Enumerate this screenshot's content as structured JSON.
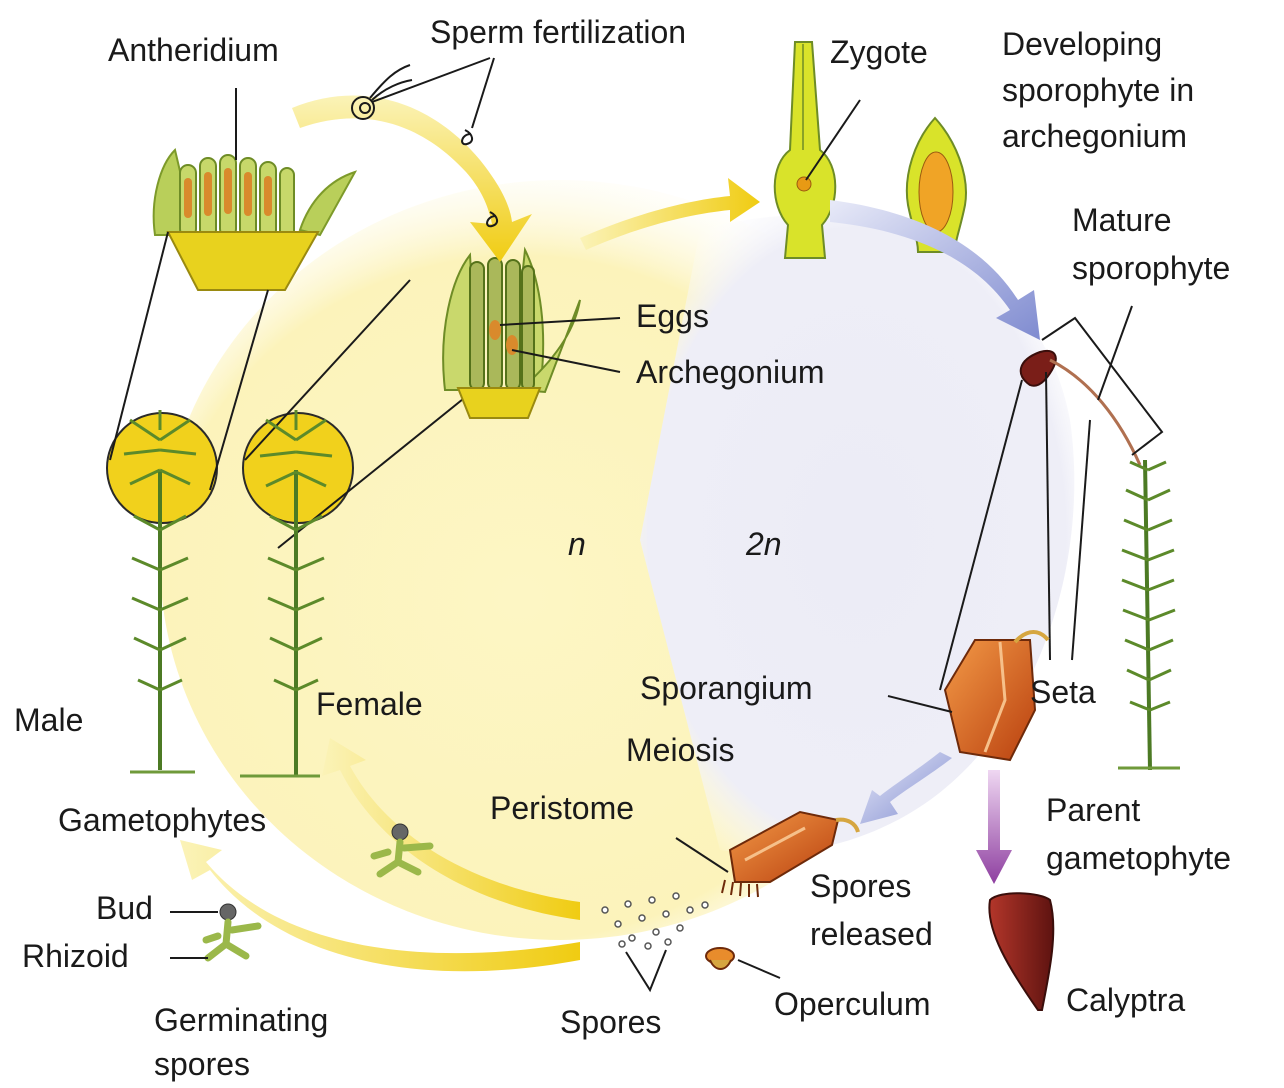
{
  "labels": {
    "antheridium": "Antheridium",
    "sperm_fertilization": "Sperm fertilization",
    "zygote": "Zygote",
    "developing_1": "Developing",
    "developing_2": "sporophyte in",
    "developing_3": "archegonium",
    "mature_1": "Mature",
    "mature_2": "sporophyte",
    "eggs": "Eggs",
    "archegonium": "Archegonium",
    "haploid": "n",
    "diploid": "2n",
    "male": "Male",
    "female": "Female",
    "sporangium": "Sporangium",
    "seta": "Seta",
    "meiosis": "Meiosis",
    "gametophytes": "Gametophytes",
    "peristome": "Peristome",
    "parent_1": "Parent",
    "parent_2": "gametophyte",
    "spores_released_1": "Spores",
    "spores_released_2": "released",
    "bud": "Bud",
    "rhizoid": "Rhizoid",
    "germinating_1": "Germinating",
    "germinating_2": "spores",
    "spores": "Spores",
    "operculum": "Operculum",
    "calyptra": "Calyptra"
  },
  "colors": {
    "haploid_phase": "#fbf3b4",
    "diploid_phase": "#e9e9f5",
    "yellow_arrow": "#f2d21a",
    "blue_arrow": "#8f9ad6",
    "purple_arrow": "#8e3fa0",
    "plant_green": "#6f9a3a",
    "sporangium_orange": "#d8561c",
    "calyptra_red": "#8a1f1a",
    "callout_yellow": "#f1d11c"
  }
}
